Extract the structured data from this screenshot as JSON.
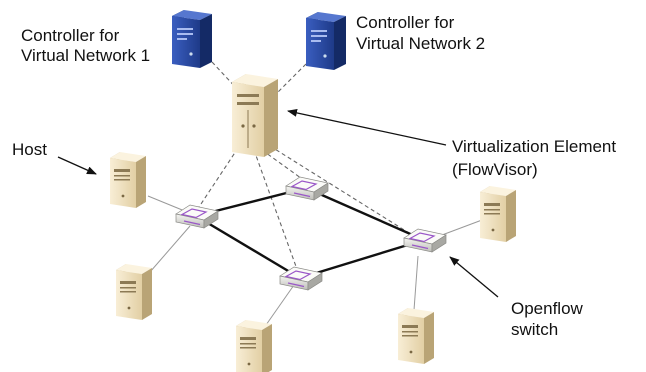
{
  "labels": {
    "controller1": [
      "Controller for",
      "Virtual Network 1"
    ],
    "controller2": [
      "Controller for",
      "Virtual Network 2"
    ],
    "host": "Host",
    "virtualization": [
      "Virtualization Element",
      "(FlowVisor)"
    ],
    "openflow": [
      "Openflow",
      "switch"
    ]
  },
  "colors": {
    "server_blue": "#2a4aa0",
    "server_dark": "#142a66",
    "host_beige": "#f3e6c8",
    "host_shade": "#c9b58a",
    "switch_body": "#e9e9e6",
    "switch_accent": "#9a57c8",
    "link": "#111111",
    "dashed": "#666666"
  },
  "icons": {
    "controllers": "server-icon",
    "virtualization": "flowvisor-server-icon",
    "hosts": "host-computer-icon",
    "switches": "openflow-switch-icon"
  }
}
